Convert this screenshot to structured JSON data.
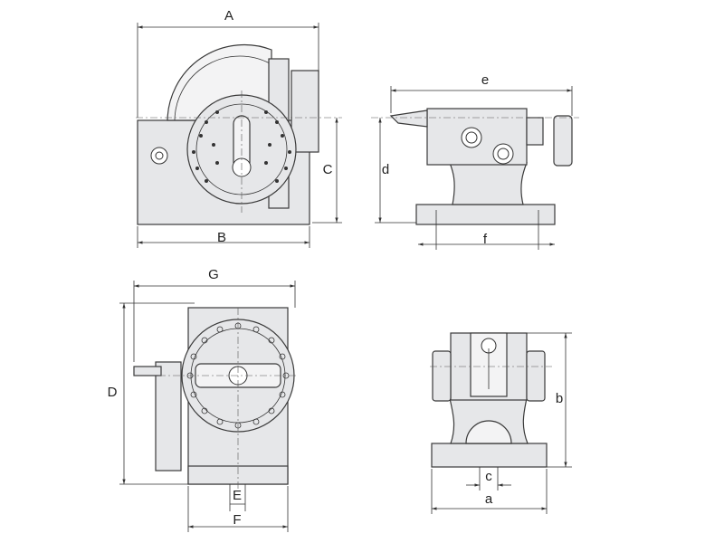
{
  "labels": {
    "A": "A",
    "B": "B",
    "C": "C",
    "d": "d",
    "e": "e",
    "f": "f",
    "G": "G",
    "D": "D",
    "E": "E",
    "F": "F",
    "a": "a",
    "b": "b",
    "c": "c"
  },
  "colors": {
    "part_fill": "#e6e7e9",
    "line": "#3a3a3a"
  }
}
